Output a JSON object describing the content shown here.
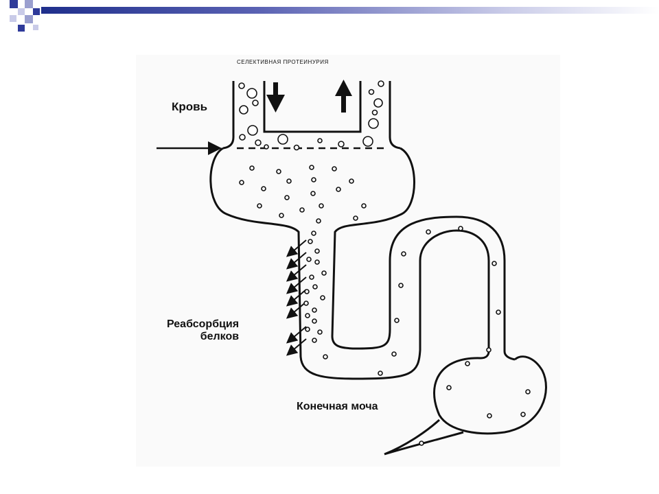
{
  "header": {
    "accent_color": "#2e3a9a",
    "gradient_colors": [
      "#1f2f8c",
      "#5a62b3",
      "#c9cbe8",
      "#ffffff"
    ]
  },
  "diagram": {
    "top_label": "СЕЛЕКТИВНАЯ ПРОТЕИНУРИЯ",
    "blood_label": "Кровь",
    "reabsorption_label_line1": "Реабсорбция",
    "reabsorption_label_line2": "белков",
    "final_urine_label": "Конечная моча",
    "icons": [
      "down-arrow-icon",
      "up-arrow-icon",
      "inflow-arrow-icon",
      "reabsorption-arrow-icon"
    ]
  }
}
